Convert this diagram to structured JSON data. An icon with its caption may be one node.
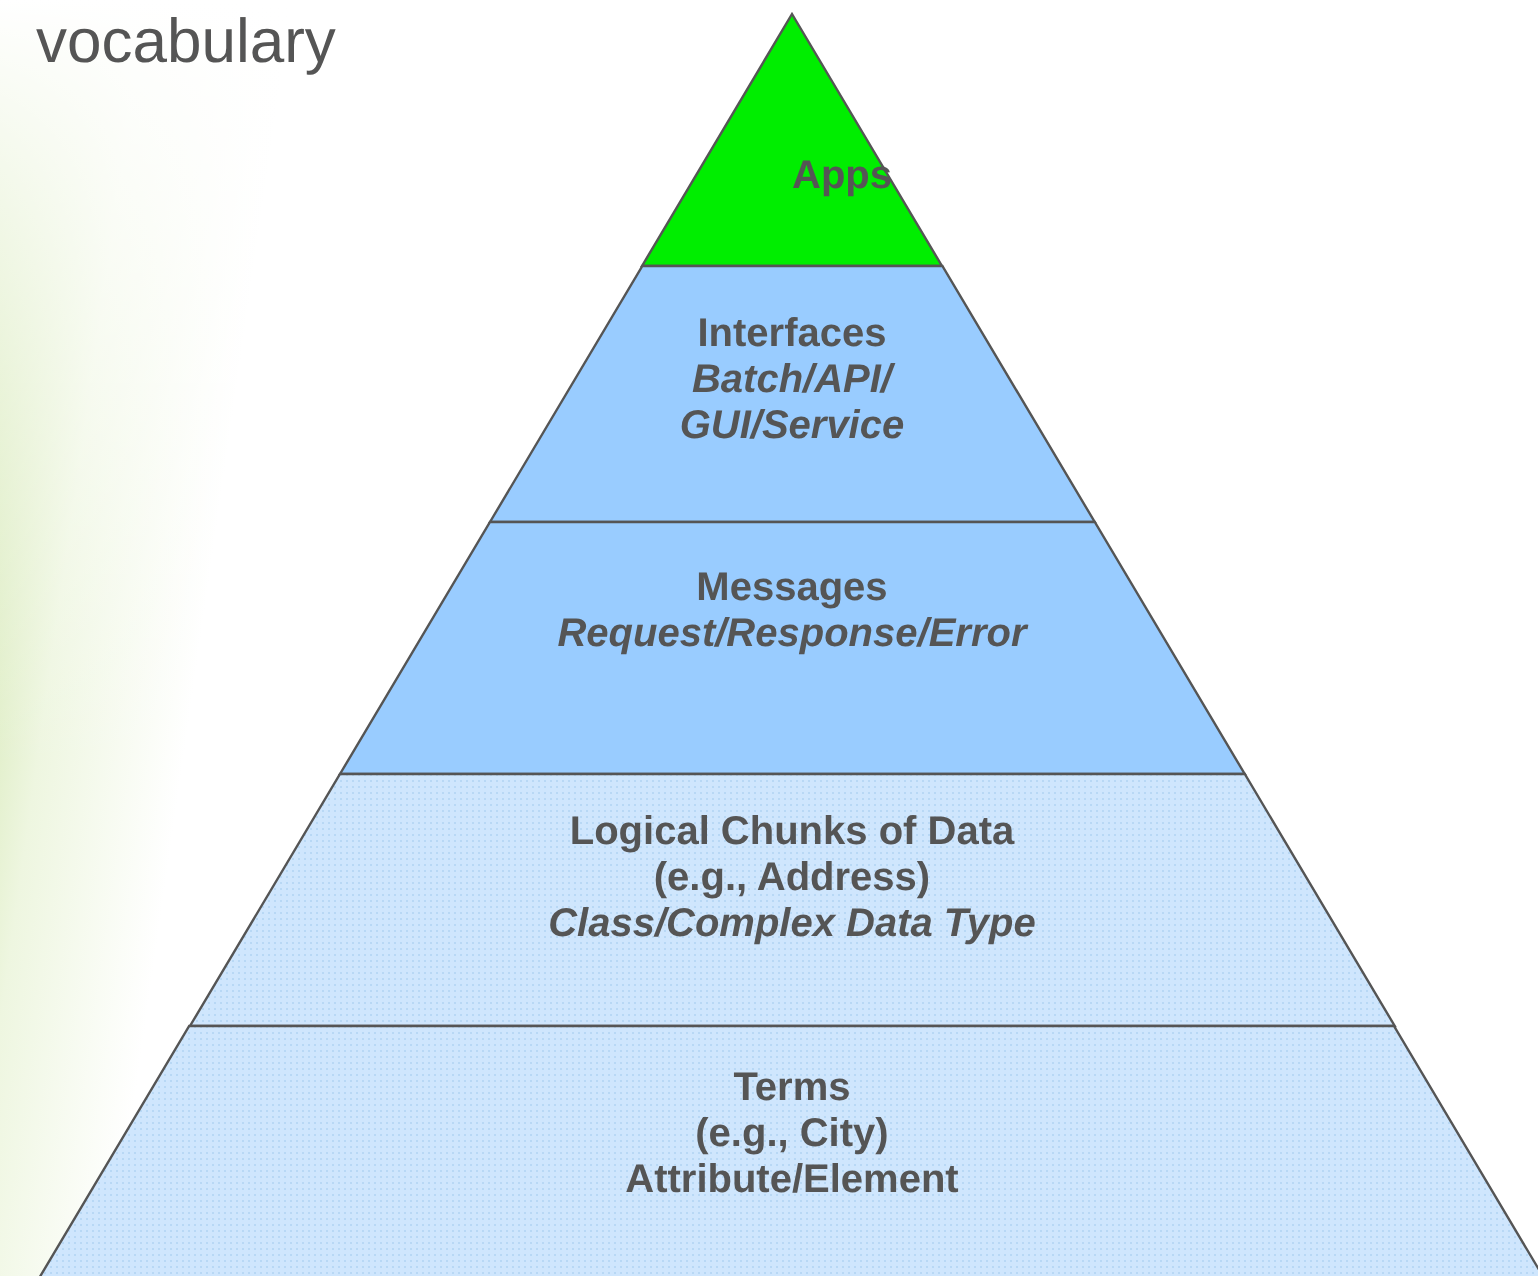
{
  "diagram": {
    "title": "vocabulary",
    "nodes": [
      {
        "text": [
          "Apps"
        ]
      },
      {
        "text": [
          "Interfaces",
          "Batch/API/ GUI/Service"
        ]
      },
      {
        "text": [
          "Messages",
          "Request/Response/Error"
        ]
      },
      {
        "text": [
          "Logical Chunks of Data",
          "(e.g., Address)",
          "Class/Complex Data Type"
        ]
      },
      {
        "text": [
          "Terms",
          "(e.g., City)",
          "Attribute/Element"
        ]
      }
    ]
  }
}
